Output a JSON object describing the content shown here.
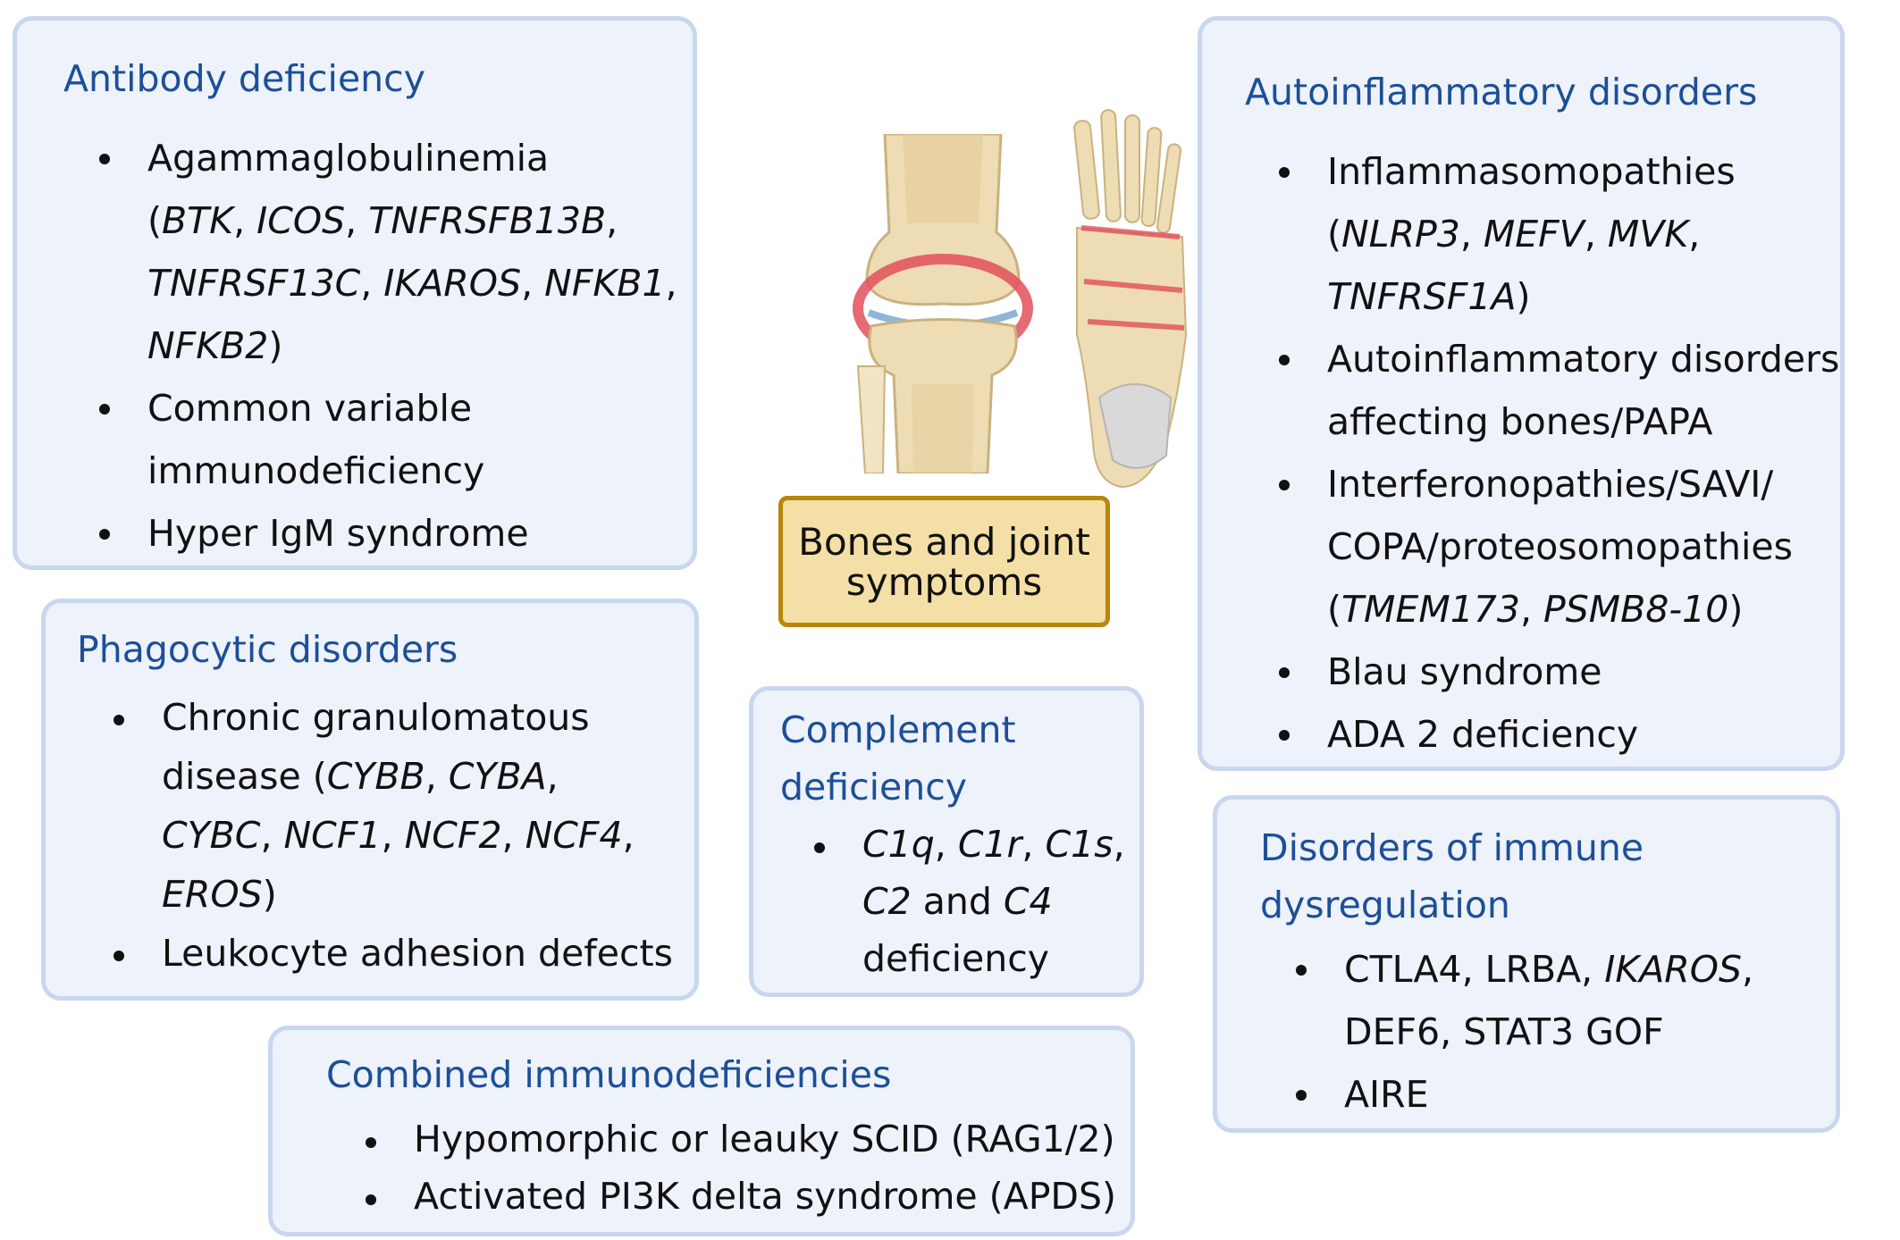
{
  "antibody": {
    "title": "Antibody deficiency",
    "items": [
      {
        "lines": [
          "Agammaglobulinemia",
          "(BTK, ICOS, TNFRSFB13B,",
          "TNFRSF13C, IKAROS, NFKB1,",
          "NFKB2)"
        ]
      },
      {
        "lines": [
          "Common variable",
          "immunodeficiency"
        ]
      },
      {
        "lines": [
          "Hyper IgM syndrome"
        ]
      }
    ]
  },
  "phagocytic": {
    "title": "Phagocytic disorders",
    "items": [
      {
        "lines": [
          "Chronic granulomatous",
          "disease (CYBB, CYBA,",
          "CYBC, NCF1, NCF2, NCF4,",
          "EROS)"
        ]
      },
      {
        "lines": [
          "Leukocyte adhesion defects"
        ]
      }
    ]
  },
  "combined": {
    "title": "Combined immunodeficiencies",
    "items": [
      {
        "lines": [
          "Hypomorphic or leauky SCID (RAG1/2)"
        ]
      },
      {
        "lines": [
          "Activated PI3K delta syndrome (APDS)"
        ]
      }
    ]
  },
  "complement": {
    "title_lines": [
      "Complement",
      "deficiency"
    ],
    "items": [
      {
        "lines": [
          "C1q, C1r, C1s,",
          "C2 and C4",
          "deficiency"
        ]
      }
    ]
  },
  "center": {
    "label_lines": [
      "Bones and joint",
      "symptoms"
    ]
  },
  "autoinflammatory": {
    "title": "Autoinflammatory disorders",
    "items": [
      {
        "lines": [
          "Inflammasomopathies",
          "(NLRP3, MEFV, MVK,",
          "TNFRSF1A)"
        ]
      },
      {
        "lines": [
          "Autoinflammatory disorders",
          "affecting bones/PAPA"
        ]
      },
      {
        "lines": [
          "Interferonopathies/SAVI/",
          "COPA/proteosomopathies",
          "(TMEM173, PSMB8-10)"
        ]
      },
      {
        "lines": [
          "Blau syndrome"
        ]
      },
      {
        "lines": [
          "ADA 2 deficiency"
        ]
      }
    ]
  },
  "dysregulation": {
    "title_lines": [
      "Disorders of immune",
      "dysregulation"
    ],
    "items": [
      {
        "lines": [
          "CTLA4, LRBA, IKAROS,",
          "DEF6, STAT3 GOF"
        ]
      },
      {
        "lines": [
          "AIRE"
        ]
      }
    ]
  },
  "italic_terms": [
    "BTK",
    "ICOS",
    "TNFRSFB13B",
    "TNFRSF13C",
    "IKAROS",
    "NFKB1",
    "NFKB2",
    "CYBB",
    "CYBA",
    "CYBC",
    "NCF1",
    "NCF2",
    "NCF4",
    "EROS",
    "C1q",
    "C1r",
    "C1s",
    "C2",
    "C4",
    "NLRP3",
    "MEFV",
    "MVK",
    "TNFRSF1A",
    "TMEM173",
    "PSMB8-10"
  ],
  "colors": {
    "box_fill": "#edf2fb",
    "box_border": "#c9d7ee",
    "title": "#1d4f97",
    "label_fill": "#f4dfa6",
    "label_border": "#b8860b",
    "bone": "#eedcb4",
    "inflammation": "#e0505a"
  },
  "icons": [
    "knee-joint-illustration",
    "foot-bones-illustration"
  ]
}
